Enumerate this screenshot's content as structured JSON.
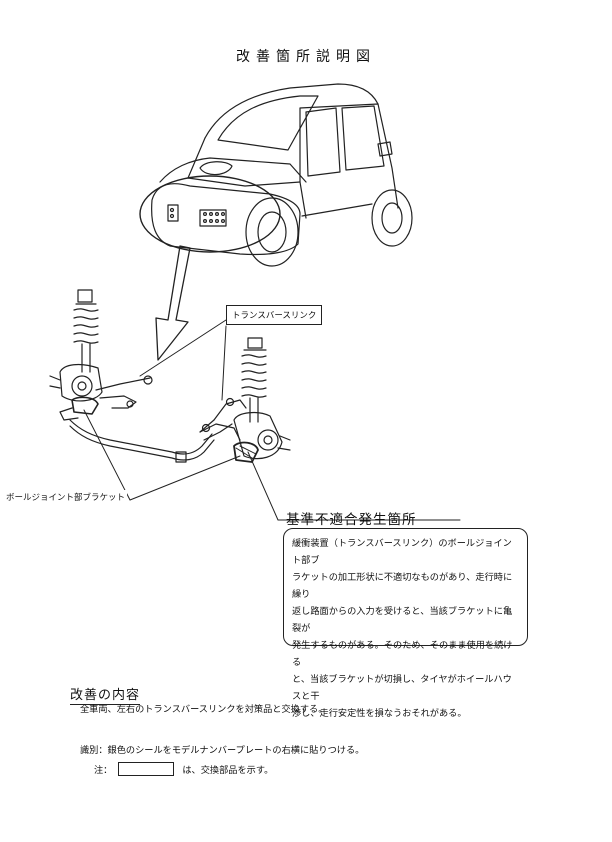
{
  "title": "改善箇所説明図",
  "callouts": {
    "transverse_link": "トランスバースリンク",
    "ball_joint_bracket": "ボールジョイント部ブラケット"
  },
  "nonconformity": {
    "heading": "基準不適合発生箇所",
    "lines": [
      "緩衝装置（トランスバースリンク）のボールジョイント部ブ",
      "ラケットの加工形状に不適切なものがあり、走行時に繰り",
      "返し路面からの入力を受けると、当該ブラケットに亀裂が",
      "発生するものがある。そのため、そのまま使用を続ける",
      "と、当該ブラケットが切損し、タイヤがホイールハウスと干",
      "渉し、走行安定性を損なうおそれがある。"
    ]
  },
  "improvement": {
    "heading": "改善の内容",
    "body": "全車両、左右のトランスバースリンクを対策品と交換する。"
  },
  "identification": "識別：銀色のシールをモデルナンバープレートの右横に貼りつける。",
  "note": {
    "prefix": "注：",
    "suffix": "は、交換部品を示す。"
  }
}
